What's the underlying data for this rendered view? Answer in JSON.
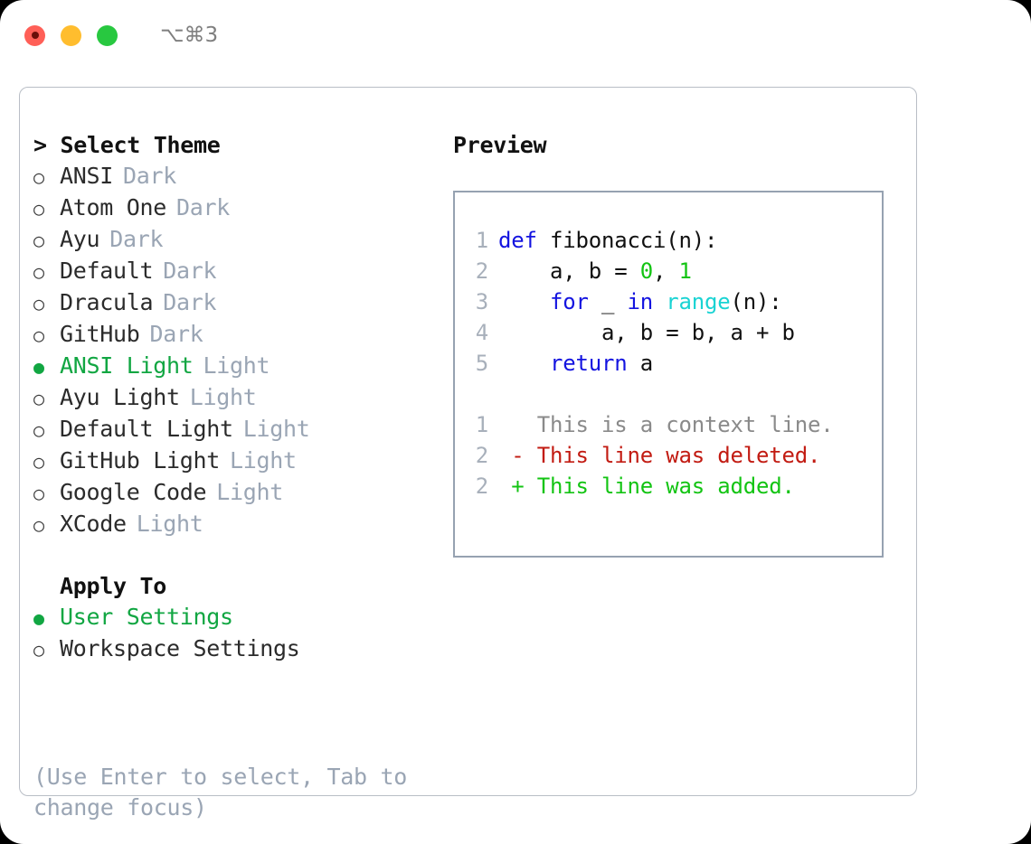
{
  "titlebar": {
    "dots": [
      {
        "name": "close-dot",
        "color": "#ff5f57"
      },
      {
        "name": "minimize-dot",
        "color": "#ffbd2e"
      },
      {
        "name": "zoom-dot",
        "color": "#28c840"
      }
    ],
    "shortcut": "⌥⌘3"
  },
  "theme_section": {
    "header": "> Select Theme",
    "items": [
      {
        "bullet": "○",
        "label": "ANSI",
        "tag": "Dark",
        "selected": false
      },
      {
        "bullet": "○",
        "label": "Atom One",
        "tag": "Dark",
        "selected": false
      },
      {
        "bullet": "○",
        "label": "Ayu",
        "tag": "Dark",
        "selected": false
      },
      {
        "bullet": "○",
        "label": "Default",
        "tag": "Dark",
        "selected": false
      },
      {
        "bullet": "○",
        "label": "Dracula",
        "tag": "Dark",
        "selected": false
      },
      {
        "bullet": "○",
        "label": "GitHub",
        "tag": "Dark",
        "selected": false
      },
      {
        "bullet": "●",
        "label": "ANSI Light",
        "tag": "Light",
        "selected": true
      },
      {
        "bullet": "○",
        "label": "Ayu Light",
        "tag": "Light",
        "selected": false
      },
      {
        "bullet": "○",
        "label": "Default Light",
        "tag": "Light",
        "selected": false
      },
      {
        "bullet": "○",
        "label": "GitHub Light",
        "tag": "Light",
        "selected": false
      },
      {
        "bullet": "○",
        "label": "Google Code",
        "tag": "Light",
        "selected": false
      },
      {
        "bullet": "○",
        "label": "XCode",
        "tag": "Light",
        "selected": false
      }
    ]
  },
  "apply_section": {
    "header": "Apply To",
    "items": [
      {
        "bullet": "●",
        "label": "User Settings",
        "selected": true
      },
      {
        "bullet": "○",
        "label": "Workspace Settings",
        "selected": false
      }
    ]
  },
  "hint": "(Use Enter to select, Tab to change focus)",
  "preview": {
    "title": "Preview",
    "code": [
      {
        "n": "1",
        "tokens": [
          {
            "t": "def",
            "c": "kw"
          },
          {
            "t": " fibonacci(n):",
            "c": "txt"
          }
        ]
      },
      {
        "n": "2",
        "tokens": [
          {
            "t": "    a, b = ",
            "c": "txt"
          },
          {
            "t": "0",
            "c": "num"
          },
          {
            "t": ", ",
            "c": "txt"
          },
          {
            "t": "1",
            "c": "num"
          }
        ]
      },
      {
        "n": "3",
        "tokens": [
          {
            "t": "    ",
            "c": "txt"
          },
          {
            "t": "for",
            "c": "kw"
          },
          {
            "t": " _ ",
            "c": "txt"
          },
          {
            "t": "in",
            "c": "kw"
          },
          {
            "t": " ",
            "c": "txt"
          },
          {
            "t": "range",
            "c": "fn"
          },
          {
            "t": "(n):",
            "c": "txt"
          }
        ]
      },
      {
        "n": "4",
        "tokens": [
          {
            "t": "        a, b = b, a + b",
            "c": "txt"
          }
        ]
      },
      {
        "n": "5",
        "tokens": [
          {
            "t": "    ",
            "c": "txt"
          },
          {
            "t": "return",
            "c": "kw"
          },
          {
            "t": " a",
            "c": "txt"
          }
        ]
      }
    ],
    "diff": [
      {
        "n": "1",
        "tokens": [
          {
            "t": "   This is a context line.",
            "c": "ctx"
          }
        ]
      },
      {
        "n": "2",
        "tokens": [
          {
            "t": " - This line was deleted.",
            "c": "del"
          }
        ]
      },
      {
        "n": "2",
        "tokens": [
          {
            "t": " + This line was added.",
            "c": "add"
          }
        ]
      }
    ]
  },
  "colors": {
    "accent_green": "#11a642",
    "tag_gray": "#9aa5b4",
    "keyword_blue": "#1414e0",
    "function_cyan": "#19d3d3",
    "number_green": "#13c413",
    "diff_delete_red": "#c21b12",
    "diff_add_green": "#13c413",
    "panel_border": "#b9bec6",
    "preview_border": "#96a2b1"
  }
}
